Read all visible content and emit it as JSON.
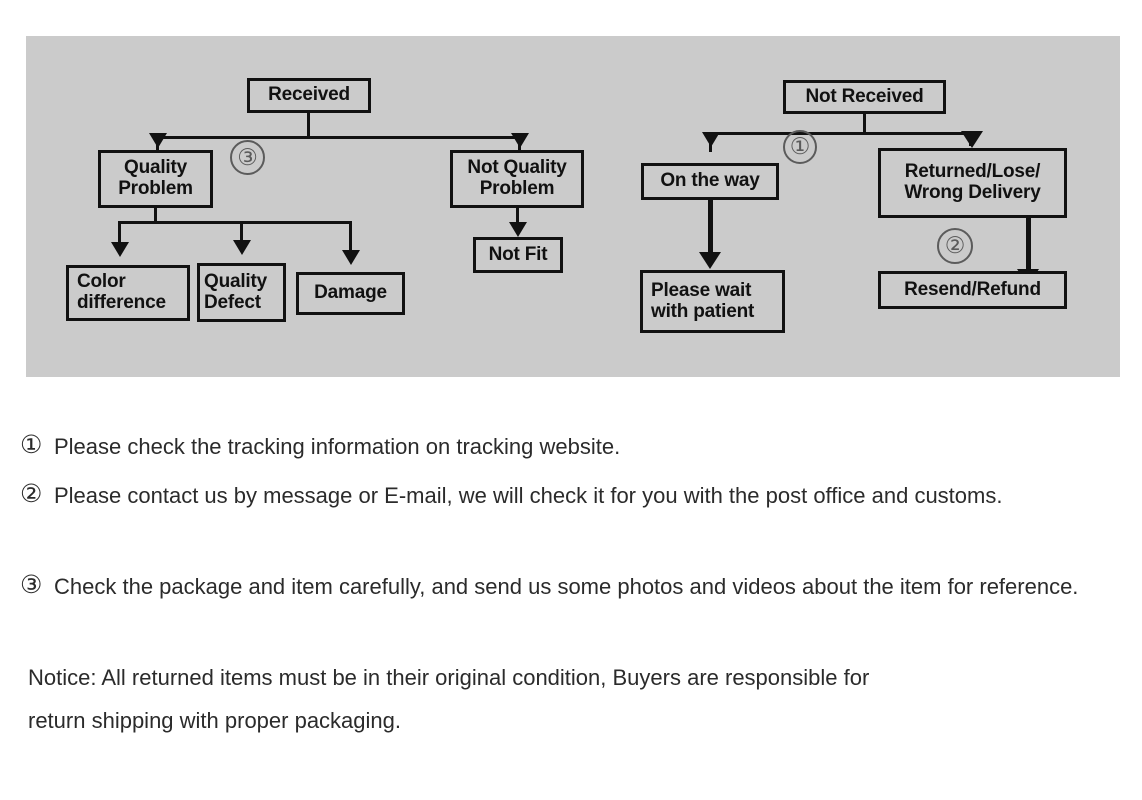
{
  "panel": {
    "background_color": "#cbcbcb",
    "border_color": "#111111",
    "text_color": "#111111"
  },
  "flowchart": {
    "left_branch": {
      "root": "Received",
      "children": [
        {
          "label": "Quality\nProblem",
          "line1": "Quality",
          "line2": "Problem",
          "marker": "③",
          "children": [
            {
              "line1": "Color",
              "line2": "difference"
            },
            {
              "line1": "Quality",
              "line2": "Defect"
            },
            {
              "line1": "Damage",
              "line2": ""
            }
          ]
        },
        {
          "line1": "Not Quality",
          "line2": "Problem",
          "children": [
            {
              "line1": "Not Fit",
              "line2": ""
            }
          ]
        }
      ]
    },
    "right_branch": {
      "root": "Not Received",
      "children": [
        {
          "line1": "On the way",
          "line2": "",
          "marker": "①",
          "children": [
            {
              "line1": "Please wait",
              "line2": "with patient"
            }
          ]
        },
        {
          "line1": "Returned/Lose/",
          "line2": "Wrong Delivery",
          "marker": "②",
          "children": [
            {
              "line1": "Resend/Refund",
              "line2": ""
            }
          ]
        }
      ]
    },
    "nodes": {
      "received": "Received",
      "not_received": "Not Received",
      "quality_problem_l1": "Quality",
      "quality_problem_l2": "Problem",
      "not_quality_problem_l1": "Not Quality",
      "not_quality_problem_l2": "Problem",
      "color_difference_l1": "Color",
      "color_difference_l2": "difference",
      "quality_defect_l1": "Quality",
      "quality_defect_l2": "Defect",
      "damage": "Damage",
      "not_fit": "Not Fit",
      "on_the_way": "On the way",
      "returned_lose_l1": "Returned/Lose/",
      "returned_lose_l2": "Wrong Delivery",
      "please_wait_l1": "Please wait",
      "please_wait_l2": "with patient",
      "resend_refund": "Resend/Refund"
    },
    "markers": {
      "one": "①",
      "two": "②",
      "three": "③"
    }
  },
  "notes": {
    "items": [
      {
        "marker": "①",
        "text": "Please check the tracking information on tracking website."
      },
      {
        "marker": "②",
        "text": "Please contact us by message or E-mail, we will check it for you with the post office and customs."
      },
      {
        "marker": "③",
        "text": "Check the package and item carefully, and send us some photos and videos about the item for reference."
      }
    ],
    "notice_line1": "Notice: All returned items must be in their original condition, Buyers are responsible for",
    "notice_line2": "return shipping with proper packaging."
  }
}
